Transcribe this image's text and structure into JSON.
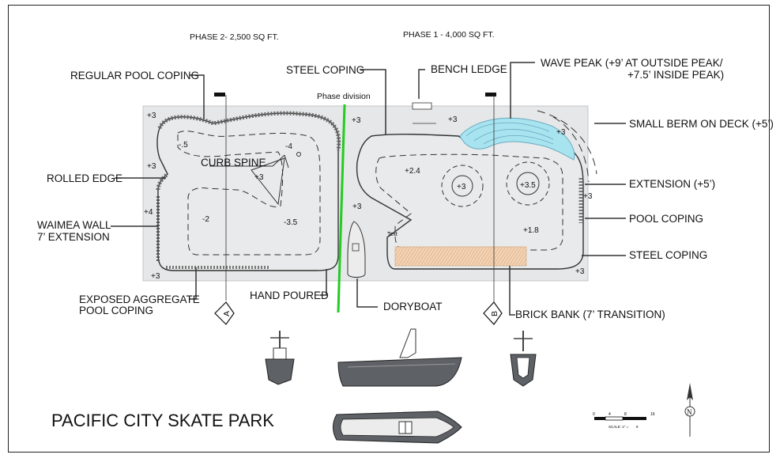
{
  "title": "PACIFIC CITY SKATE PARK",
  "phases": {
    "phase2": "PHASE 2- 2,500 SQ FT.",
    "phase1": "PHASE 1 - 4,000 SQ FT.",
    "division": "Phase division"
  },
  "callouts": {
    "regular_pool_coping": "REGULAR POOL COPING",
    "rolled_edge": "ROLLED EDGE",
    "waimea_wall_1": "WAIMEA WALL",
    "waimea_wall_2": "7’ EXTENSION",
    "exposed_aggregate_1": "EXPOSED AGGREGATE",
    "exposed_aggregate_2": "POOL COPING",
    "hand_poured": "HAND POURED",
    "steel_coping_top": "STEEL COPING",
    "bench_ledge": "BENCH LEDGE",
    "wave_peak_1": "WAVE PEAK (+9’ AT OUTSIDE PEAK/",
    "wave_peak_2": "+7.5’ INSIDE PEAK)",
    "small_berm": "SMALL BERM ON DECK (+5’)",
    "extension": "EXTENSION  (+5’)",
    "pool_coping": "POOL COPING",
    "steel_coping_right": "STEEL COPING",
    "doryboat": "DORYBOAT",
    "brick_bank": "BRICK BANK (7’ TRANSITION)",
    "curb_spine": "CURB SPINE"
  },
  "elevations": {
    "tl": "+3",
    "lmid": "+3",
    "lleft": "+4",
    "bl": "+3",
    "m5": "-.5",
    "m4": "-4",
    "c3": "+3",
    "m2": "-2",
    "m35": "-3.5",
    "div_top": "+3",
    "div_mid": "+3",
    "p24": "+2.4",
    "bench3": "+3",
    "bowl3": "+3",
    "bowl35": "+3.5",
    "wave3": "+3",
    "ext3": "+3",
    "p18": "+1.8",
    "br3": "+3",
    "text_tag": "Text"
  },
  "sections": {
    "a": "A",
    "b": "B"
  },
  "scale": {
    "ticks": [
      "0",
      "4",
      "8",
      "16"
    ],
    "label": "SCALE: 1\" =",
    "value": "8"
  },
  "north": "N",
  "colors": {
    "slab": "#e6e7e8",
    "division": "#22cc22",
    "wave": "#a8e3f0",
    "brick": "#f3d3b4",
    "boat": "#5e6166"
  }
}
